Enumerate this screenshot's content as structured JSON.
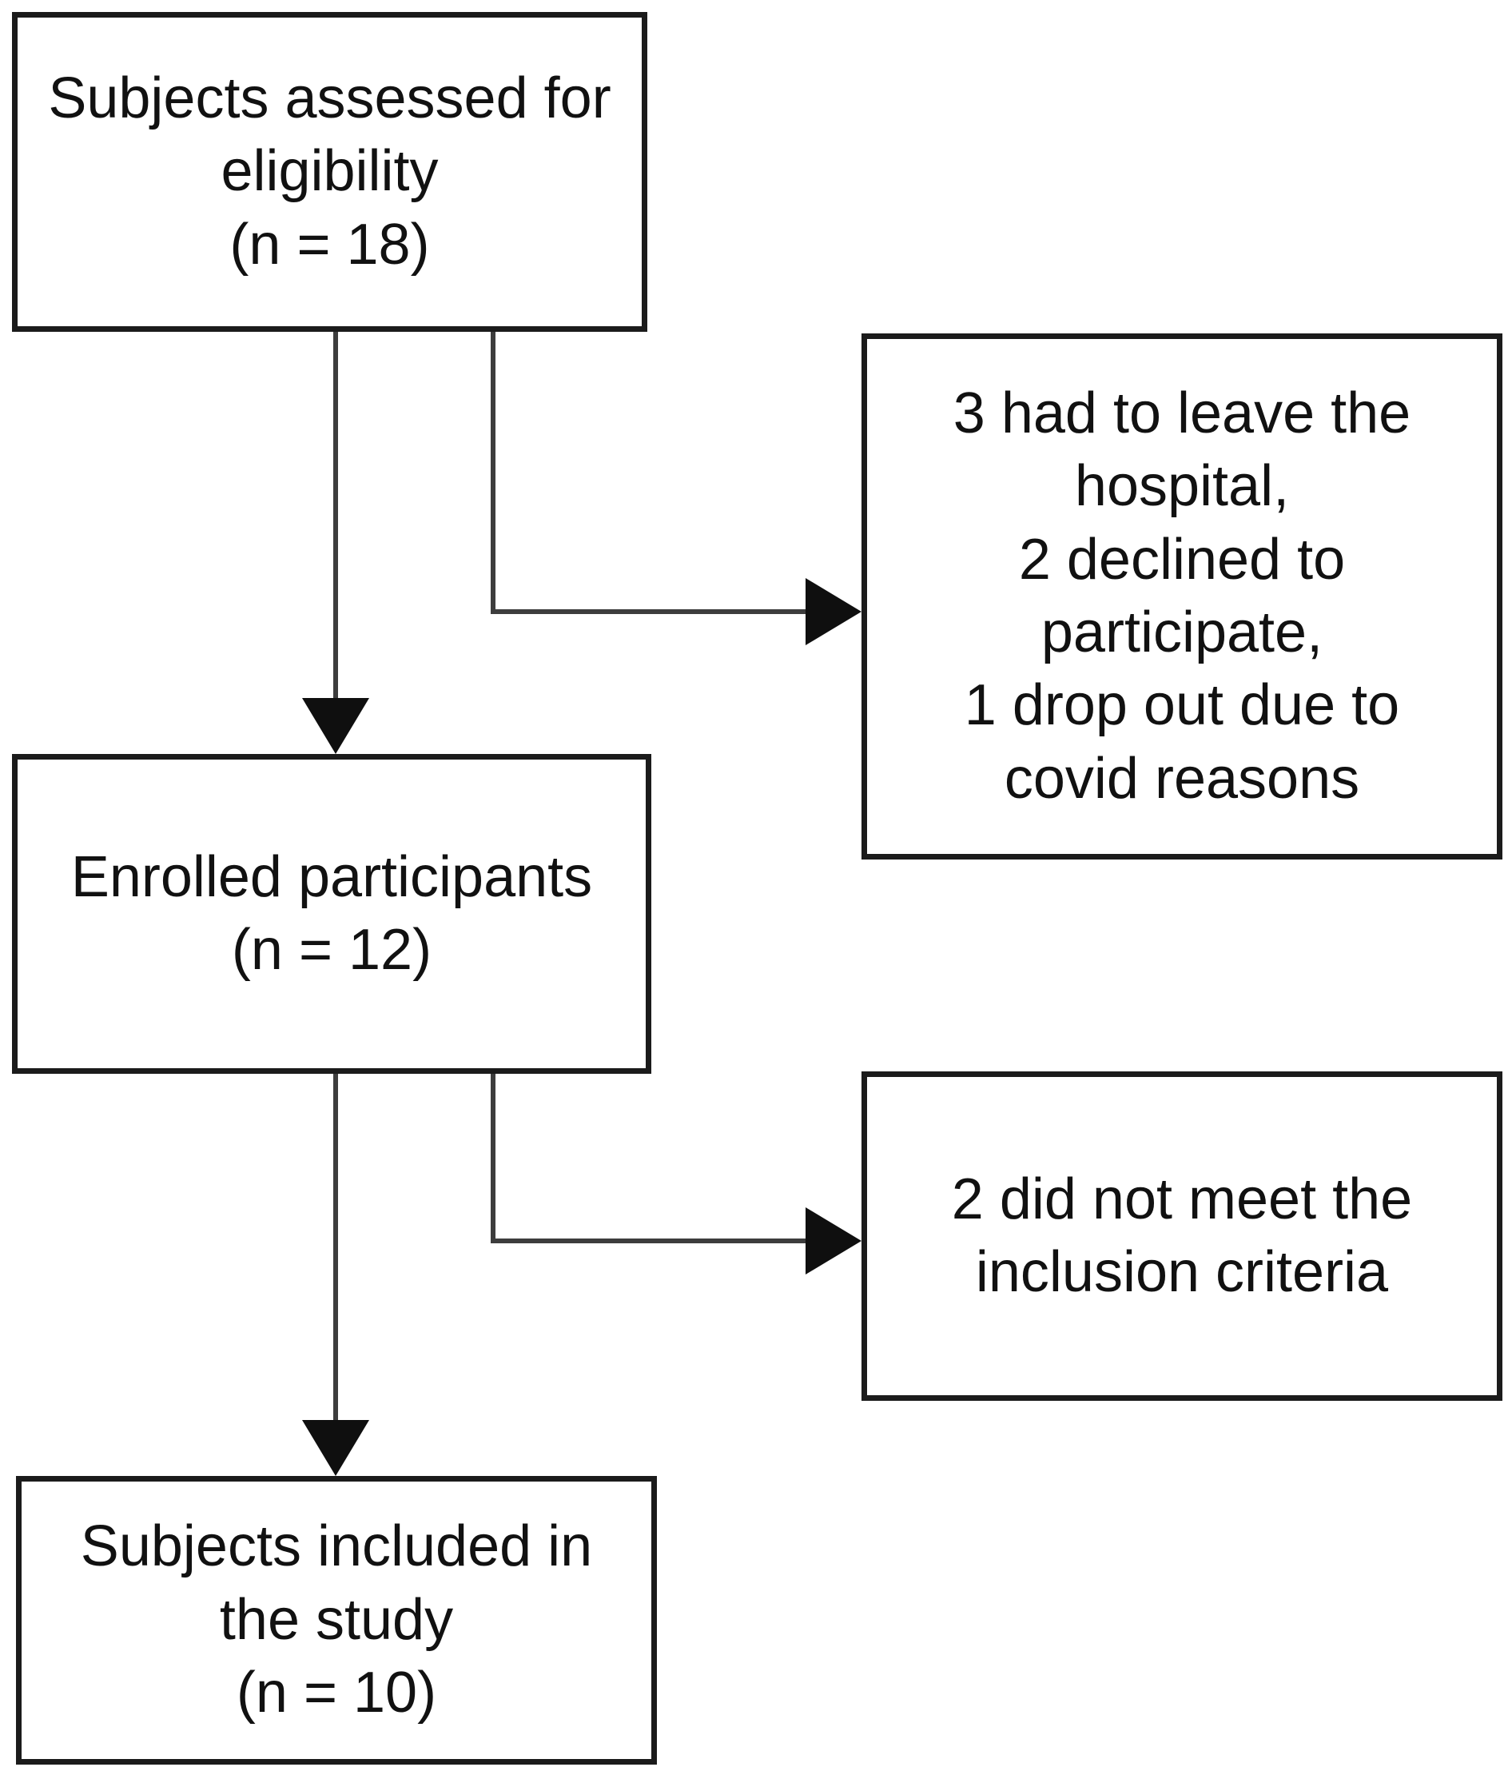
{
  "flowchart": {
    "colors": {
      "background": "#ffffff",
      "box_border": "#1b1b1b",
      "box_fill": "#ffffff",
      "connector": "#3d3d3d",
      "arrowhead": "#0f0f0f",
      "text": "#111111"
    },
    "boxes": {
      "eligibility": {
        "text": "Subjects assessed for\neligibility\n(n = 18)"
      },
      "exclusions_after_eligibility": {
        "text": "3 had to leave the\nhospital,\n2 declined to\nparticipate,\n1 drop out due to\ncovid reasons"
      },
      "enrolled": {
        "text": "Enrolled participants\n(n = 12)"
      },
      "exclusions_after_enrollment": {
        "text": "2 did not meet the\ninclusion criteria"
      },
      "included": {
        "text": "Subjects included in\nthe study\n(n = 10)"
      }
    }
  }
}
